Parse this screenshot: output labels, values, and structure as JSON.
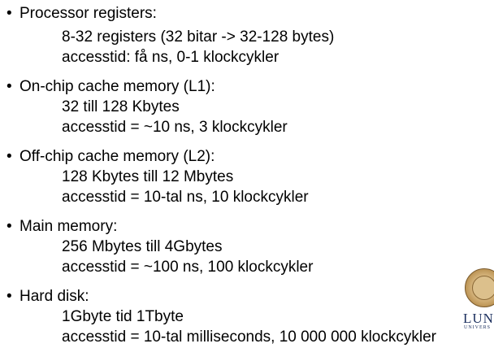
{
  "bullet_symbol": "•",
  "items": [
    {
      "heading": "Processor registers:",
      "lines": [
        "8-32 registers (32 bitar -> 32-128 bytes)",
        "accesstid: få ns, 0-1 klockcykler"
      ]
    },
    {
      "heading": "On-chip cache memory (L1):",
      "lines": [
        "32 till 128 Kbytes",
        "accesstid = ~10 ns, 3 klockcykler"
      ]
    },
    {
      "heading": "Off-chip cache memory (L2):",
      "lines": [
        "128 Kbytes till  12 Mbytes",
        "accesstid = 10-tal ns, 10 klockcykler"
      ]
    },
    {
      "heading": "Main memory:",
      "lines": [
        "256 Mbytes till 4Gbytes",
        "accesstid = ~100 ns, 100 klockcykler"
      ]
    },
    {
      "heading": "Hard disk:",
      "lines": [
        "1Gbyte tid 1Tbyte",
        "accesstid = 10-tal milliseconds, 10 000 000 klockcykler"
      ]
    }
  ],
  "logo": {
    "word": "LUN",
    "sub": "UNIVERS"
  }
}
